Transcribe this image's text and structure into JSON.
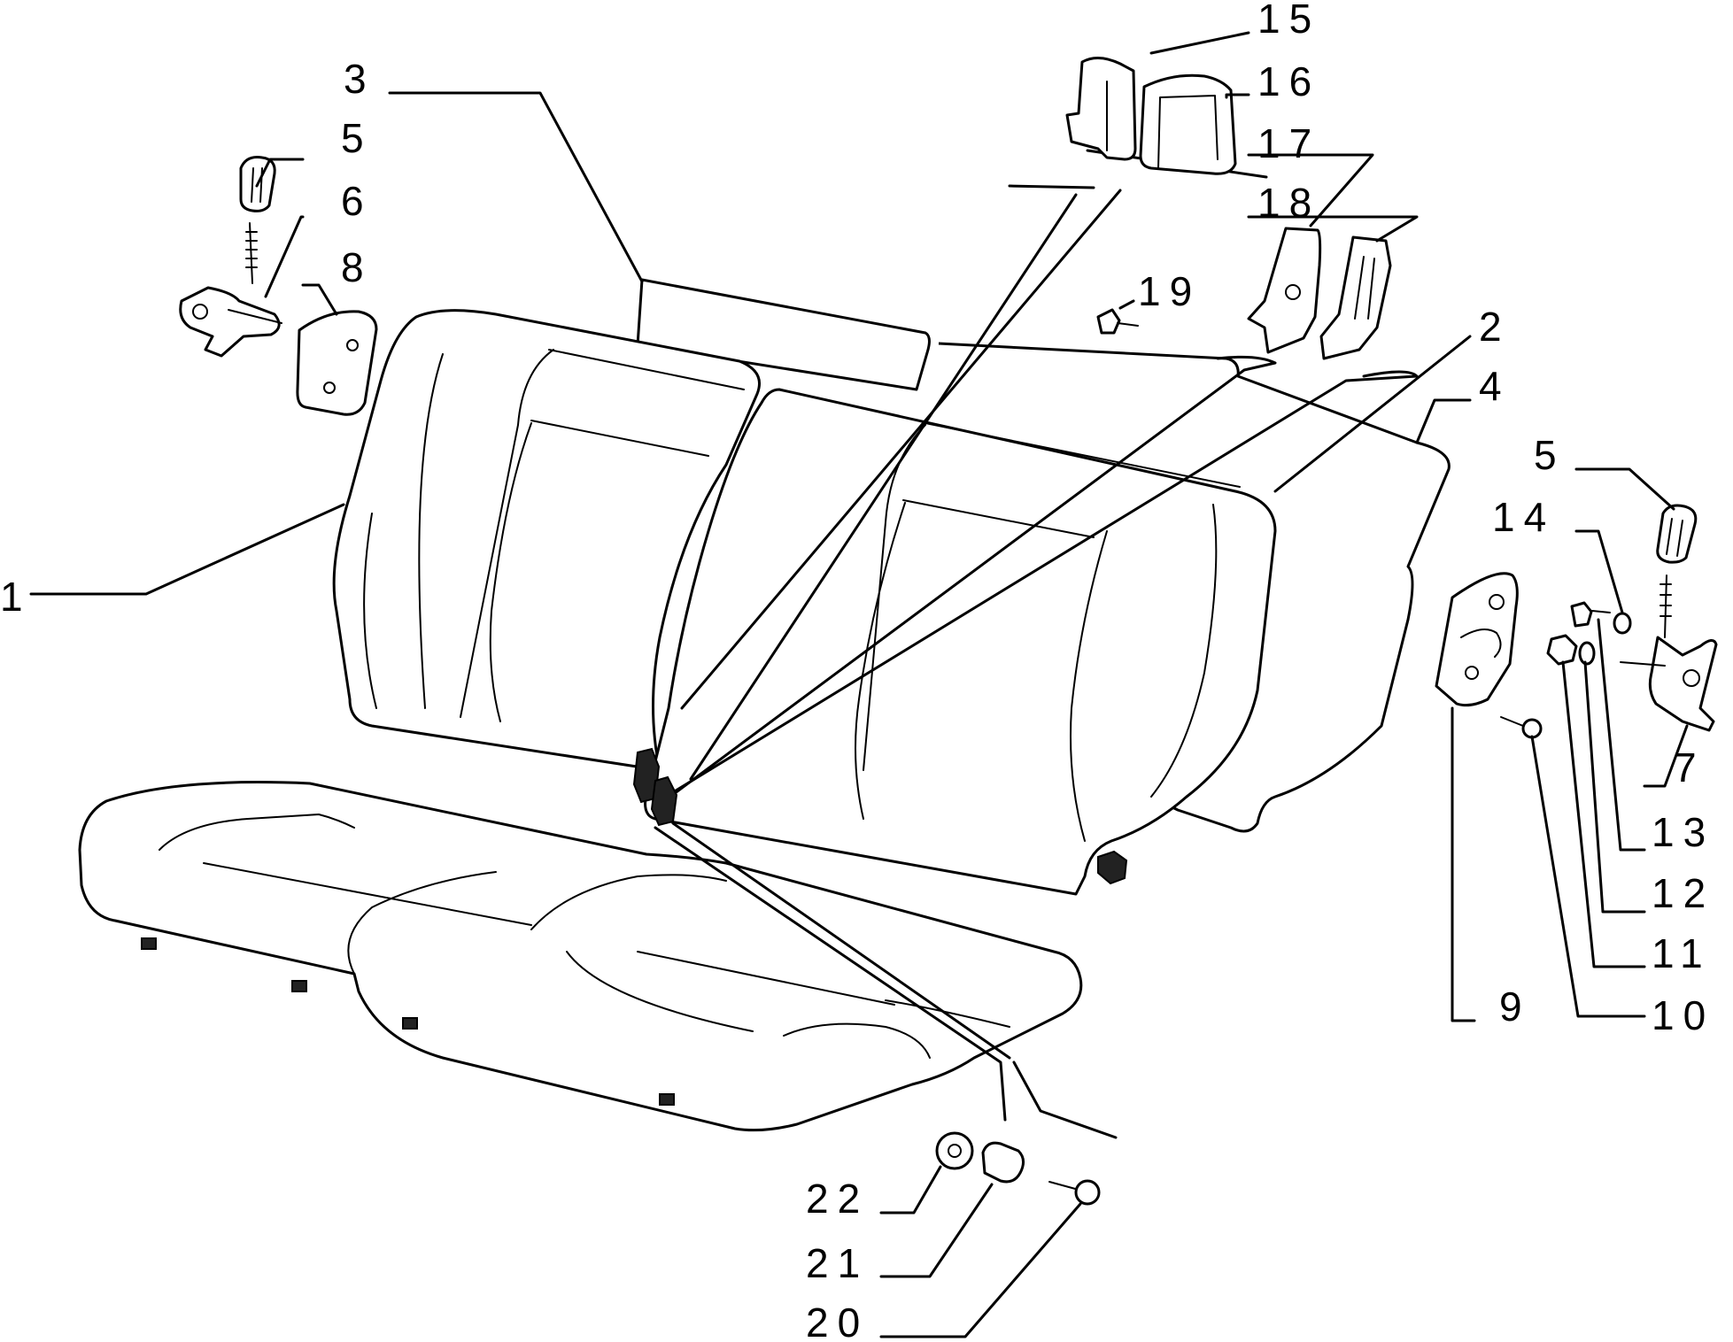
{
  "callouts": {
    "c1": "1",
    "c2": "2",
    "c3": "3",
    "c4": "4",
    "c5a": "5",
    "c5b": "5",
    "c6": "6",
    "c7": "7",
    "c8": "8",
    "c9": "9",
    "c10": "10",
    "c11": "11",
    "c12": "12",
    "c13": "13",
    "c14": "14",
    "c15": "15",
    "c16": "16",
    "c17": "17",
    "c18": "18",
    "c19": "19",
    "c20": "20",
    "c21": "21",
    "c22": "22"
  }
}
